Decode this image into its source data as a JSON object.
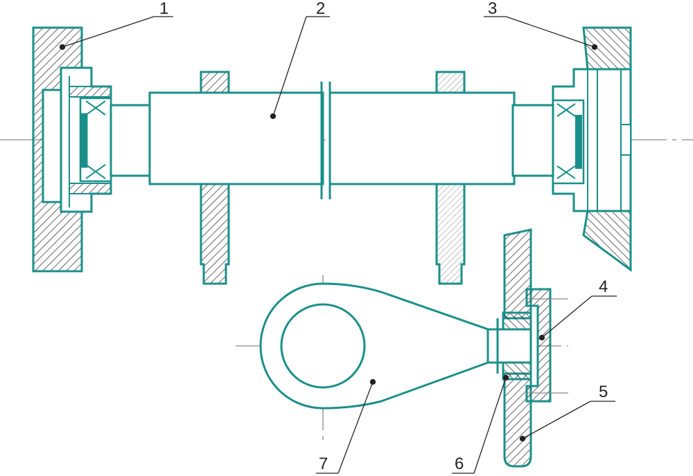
{
  "colors": {
    "outline": "#1a8f8a",
    "hatch": "#222222",
    "centerline": "#8a8a8a",
    "leader": "#222222"
  },
  "callouts": [
    {
      "id": "1",
      "text": "1"
    },
    {
      "id": "2",
      "text": "2"
    },
    {
      "id": "3",
      "text": "3"
    },
    {
      "id": "4",
      "text": "4"
    },
    {
      "id": "5",
      "text": "5"
    },
    {
      "id": "6",
      "text": "6"
    },
    {
      "id": "7",
      "text": "7"
    }
  ]
}
